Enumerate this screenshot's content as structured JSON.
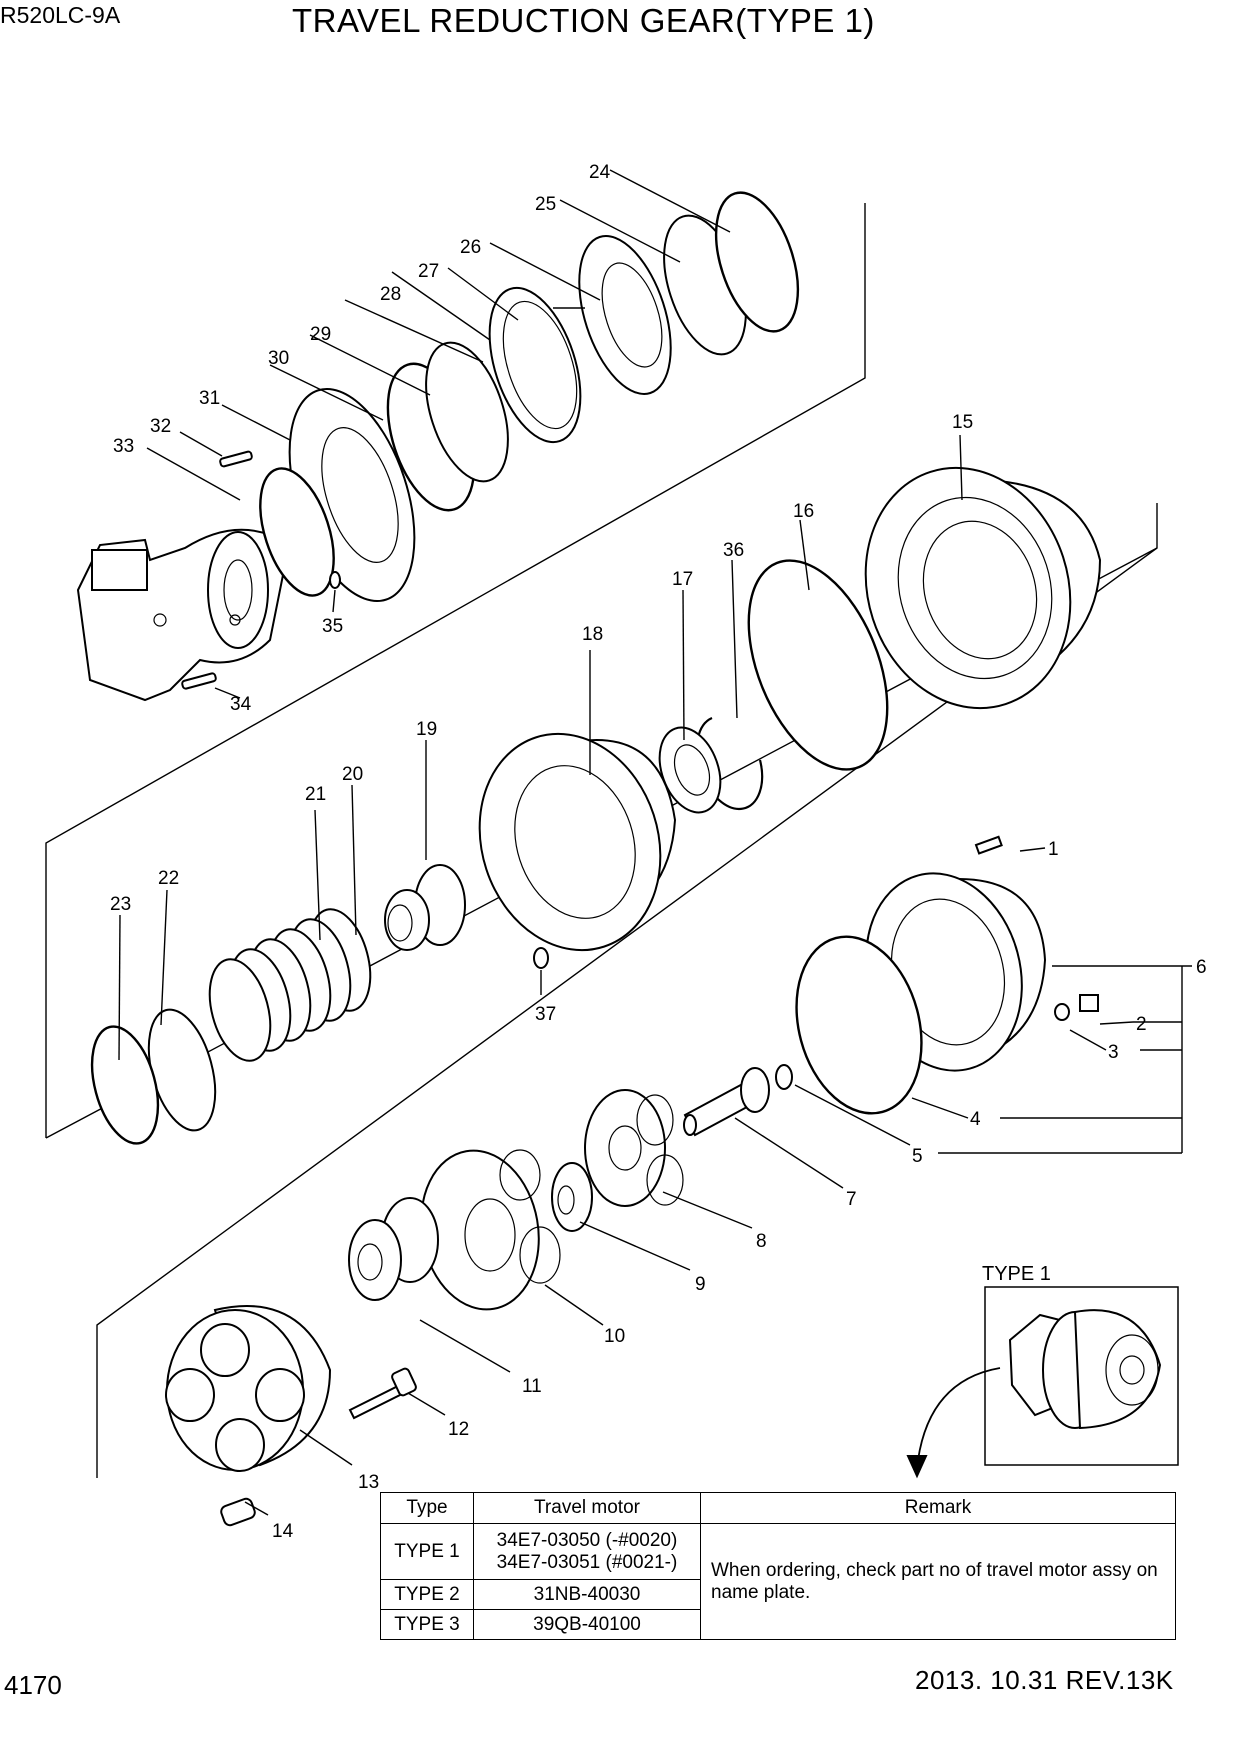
{
  "header": {
    "model": "R520LC-9A",
    "title": "TRAVEL REDUCTION GEAR(TYPE 1)"
  },
  "footer": {
    "page_number": "4170",
    "date_rev": "2013. 10.31  REV.13K"
  },
  "callouts": [
    "1",
    "2",
    "3",
    "4",
    "5",
    "6",
    "7",
    "8",
    "9",
    "10",
    "11",
    "12",
    "13",
    "14",
    "15",
    "16",
    "17",
    "18",
    "19",
    "20",
    "21",
    "22",
    "23",
    "24",
    "25",
    "26",
    "27",
    "28",
    "29",
    "30",
    "31",
    "32",
    "33",
    "34",
    "35",
    "36",
    "37"
  ],
  "inset": {
    "label": "TYPE 1"
  },
  "table": {
    "headers": {
      "type": "Type",
      "motor": "Travel motor",
      "remark": "Remark"
    },
    "rows": [
      {
        "type": "TYPE 1",
        "motor_line1": "34E7-03050 (-#0020)",
        "motor_line2": "34E7-03051 (#0021-)"
      },
      {
        "type": "TYPE 2",
        "motor_line1": "31NB-40030"
      },
      {
        "type": "TYPE 3",
        "motor_line1": "39QB-40100"
      }
    ],
    "remark_text": "When ordering, check part no of travel motor assy on name plate."
  }
}
